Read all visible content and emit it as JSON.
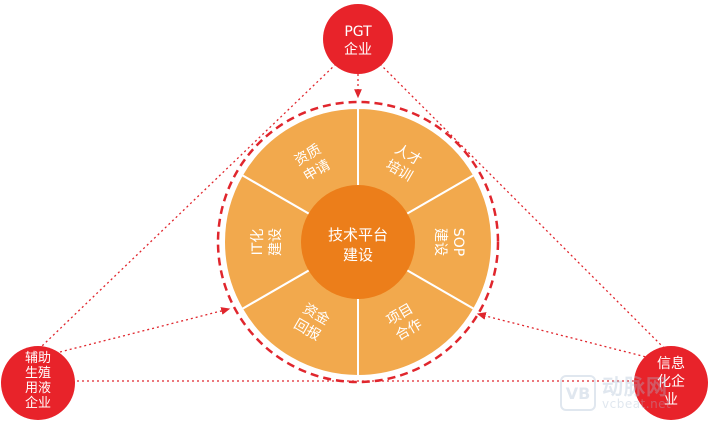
{
  "center": {
    "line1": "技术平台",
    "line2": "建设"
  },
  "segments": [
    {
      "id": "talent",
      "line1": "人才",
      "line2": "培训"
    },
    {
      "id": "sop",
      "line1": "SOP",
      "line2": "建设"
    },
    {
      "id": "project",
      "line1": "项目",
      "line2": "合作"
    },
    {
      "id": "funding",
      "line1": "资金",
      "line2": "回报"
    },
    {
      "id": "it",
      "line1": "IT化",
      "line2": "建设"
    },
    {
      "id": "qualification",
      "line1": "资质",
      "line2": "申请"
    }
  ],
  "nodes": {
    "pgt": {
      "lines": [
        "PGT",
        "企业"
      ]
    },
    "aux": {
      "lines": [
        "辅助",
        "生殖",
        "用液",
        "企业"
      ]
    },
    "info": {
      "lines": [
        "信息",
        "化企",
        "业"
      ]
    }
  },
  "watermark": {
    "brand": "动脉网",
    "url": "vcbeat.net",
    "mark": "VB"
  },
  "colors": {
    "segment": "#f2a94d",
    "segment_stroke": "#ffffff",
    "center": "#ec7e1a",
    "node": "#e8232a",
    "dashed": "#e0262d",
    "arrow": "#e0262d",
    "text_white": "#ffffff"
  }
}
